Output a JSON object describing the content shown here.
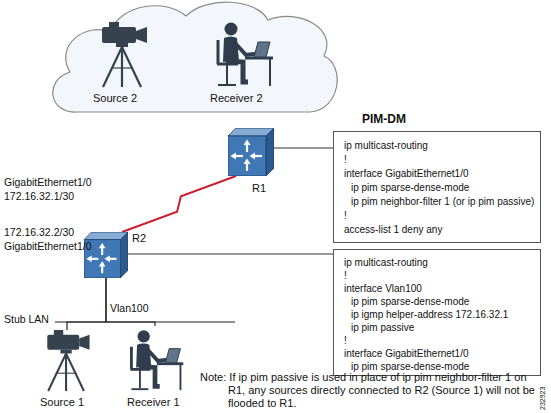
{
  "diagram": {
    "nodes": [
      {
        "text": [
          "Source 2"
        ]
      },
      {
        "text": [
          "Receiver 2"
        ]
      },
      {
        "text": [
          "R1"
        ]
      },
      {
        "text": [
          "ip multicast-routing",
          "!",
          "interface GigabitEthernet1/0",
          "ip pim sparse-dense-mode",
          "ip pim neighbor-filter 1 (or ip pim passive)",
          "!",
          "access-list 1 deny any"
        ]
      },
      {
        "text": [
          "R2"
        ]
      },
      {
        "text": [
          "ip multicast-routing",
          "!",
          "interface Vlan100",
          "ip pim sparse-dense-mode",
          "ip igmp helper-address 172.16.32.1",
          "ip pim passive",
          "!",
          "interface GigabitEthernet1/0",
          "ip pim sparse-dense-mode"
        ]
      },
      {
        "text": [
          "Source 1"
        ]
      },
      {
        "text": [
          "Receiver 1"
        ]
      }
    ],
    "edges": [
      {
        "from": 2,
        "to": 4,
        "arrow": "none"
      },
      {
        "from": 2,
        "to": 3,
        "arrow": "none"
      },
      {
        "from": 4,
        "to": 5,
        "arrow": "none"
      },
      {
        "from": 4,
        "to": 6,
        "arrow": "none"
      },
      {
        "from": 4,
        "to": 7,
        "arrow": "none"
      }
    ],
    "labels": [
      "PIM-DM",
      "GigabitEthernet1/0",
      "172.16.32.1/30",
      "172.16.32.2/30",
      "GigabitEthernet1/0",
      "Vlan100",
      "Stub LAN",
      "Note: If ip pim passive is used in place of ip pim neighbor-filter 1 on R1, any sources directly connected to R2 (Source 1) will not be flooded to R1.",
      "232923"
    ]
  }
}
